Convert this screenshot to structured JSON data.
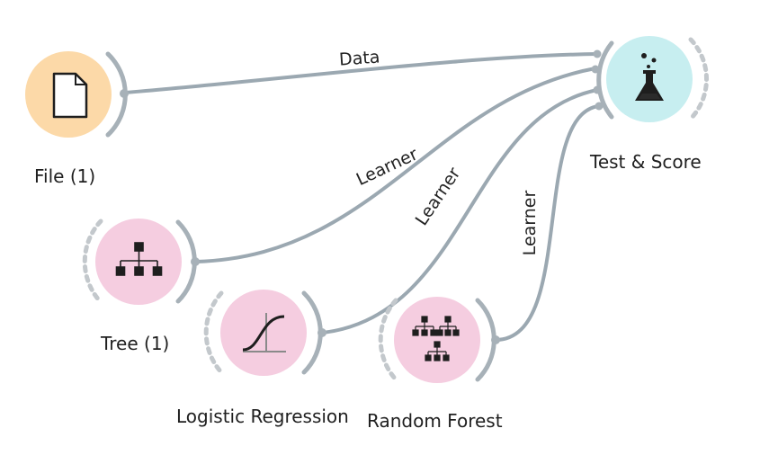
{
  "colors": {
    "data_node": "#fcd9a8",
    "learner_node": "#f5cde0",
    "evaluate_node": "#c7eef0",
    "link": "#9ba8b1",
    "arc": "#a7b1b8",
    "glyph": "#1e1e1e"
  },
  "nodes": {
    "file": {
      "label": "File (1)",
      "icon": "document-icon"
    },
    "tree": {
      "label": "Tree (1)",
      "icon": "tree-icon"
    },
    "logreg": {
      "label": "Logistic Regression",
      "icon": "sigmoid-icon"
    },
    "forest": {
      "label": "Random Forest",
      "icon": "forest-icon"
    },
    "testscore": {
      "label": "Test & Score",
      "icon": "flask-icon"
    }
  },
  "links": {
    "data": "Data",
    "tree_learner": "Learner",
    "logreg_learner": "Learner",
    "forest_learner": "Learner"
  }
}
